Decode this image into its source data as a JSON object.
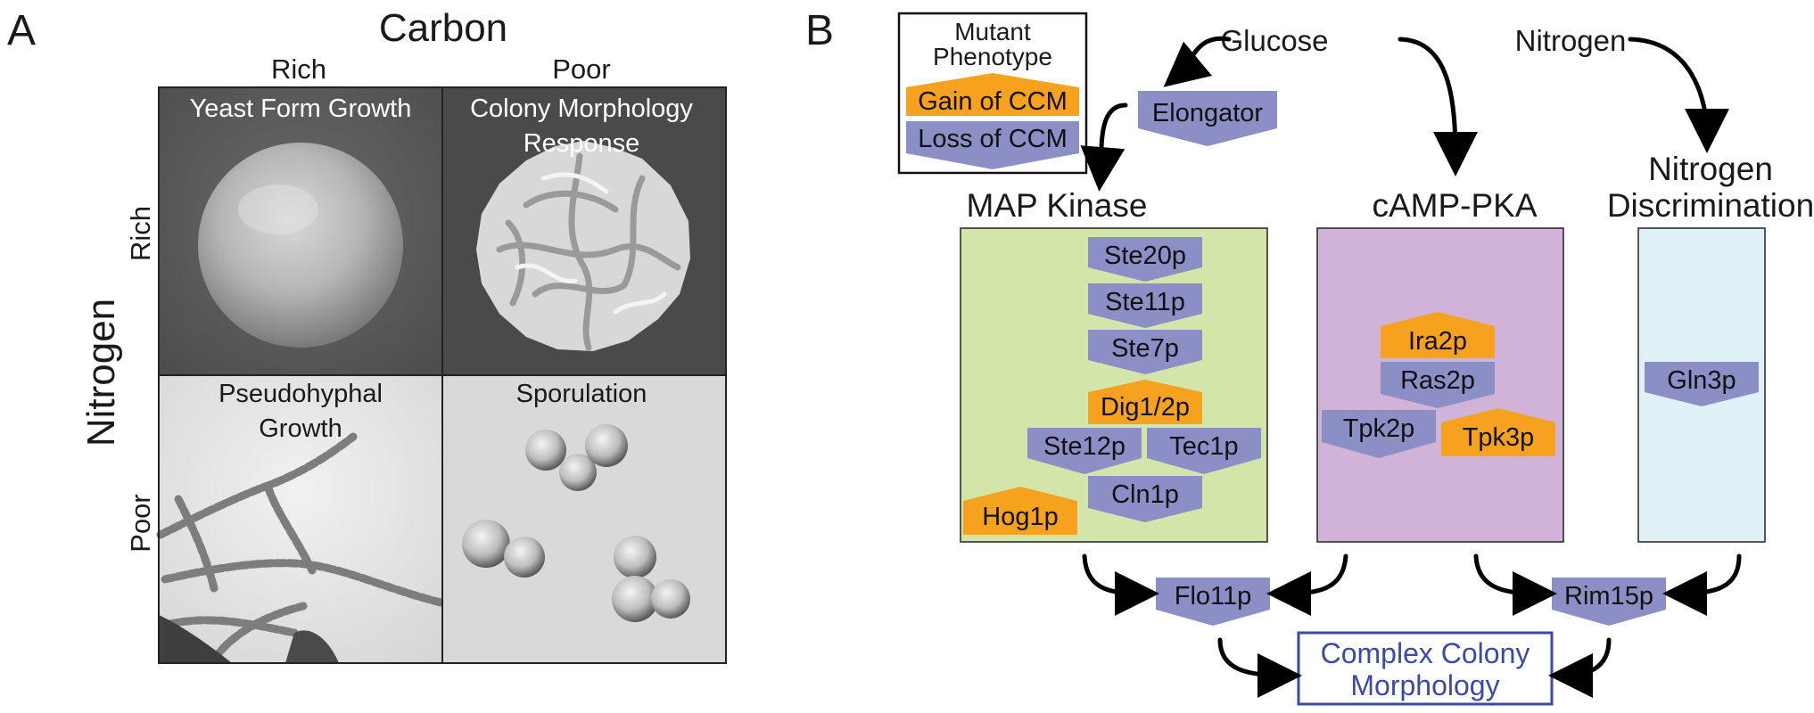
{
  "panel_a": {
    "label": "A",
    "carbon_title": "Carbon",
    "col_rich": "Rich",
    "col_poor": "Poor",
    "nitrogen_title": "Nitrogen",
    "row_rich": "Rich",
    "row_poor": "Poor",
    "cell_tl": "Yeast Form Growth",
    "cell_tr_line1": "Colony Morphology",
    "cell_tr_line2": "Response",
    "cell_bl_line1": "Pseudohyphal",
    "cell_bl_line2": "Growth",
    "cell_br": "Sporulation"
  },
  "panel_b": {
    "label": "B",
    "legend_title_line1": "Mutant",
    "legend_title_line2": "Phenotype",
    "legend_gain": "Gain of CCM",
    "legend_loss": "Loss of CCM",
    "glucose": "Glucose",
    "nitrogen": "Nitrogen",
    "elongator": "Elongator",
    "map_kinase": "MAP Kinase",
    "camp_pka": "cAMP-PKA",
    "nitrogen_disc_line1": "Nitrogen",
    "nitrogen_disc_line2": "Discrimination",
    "ste20p": "Ste20p",
    "ste11p": "Ste11p",
    "ste7p": "Ste7p",
    "dig12p": "Dig1/2p",
    "ste12p": "Ste12p",
    "tec1p": "Tec1p",
    "cln1p": "Cln1p",
    "hog1p": "Hog1p",
    "ira2p": "Ira2p",
    "ras2p": "Ras2p",
    "tpk2p": "Tpk2p",
    "tpk3p": "Tpk3p",
    "gln3p": "Gln3p",
    "flo11p": "Flo11p",
    "rim15p": "Rim15p",
    "ccm_line1": "Complex Colony",
    "ccm_line2": "Morphology"
  },
  "colors": {
    "gain": "#f6a21e",
    "loss": "#8c8ec6",
    "map_box": "#d3e6a9",
    "camp_box": "#d1b3d7",
    "nitro_box": "#e0f2f8",
    "ccm_text": "#3b4aa6"
  }
}
